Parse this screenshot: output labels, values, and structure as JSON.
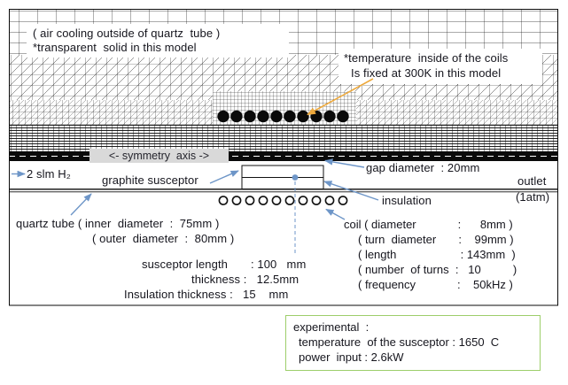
{
  "figure": {
    "mesh_notes": {
      "air_cooling_1": "( air cooling outside of quartz  tube )",
      "air_cooling_2": "*transparent  solid in this model",
      "coil_temp_1": "*temperature  inside of the coils",
      "coil_temp_2": "Is fixed at 300K in this model",
      "symmetry_axis": "<- symmetry  axis ->"
    },
    "schematic": {
      "inlet": "2 slm H₂",
      "graphite_susceptor": "graphite susceptor",
      "gap_diameter": "gap diameter  : 20mm",
      "outlet": "outlet",
      "outlet_pressure": "(1atm)",
      "insulation": "insulation",
      "quartz_tube_1": "quartz tube ( inner  diameter  :  75mm )",
      "quartz_tube_2": "( outer  diameter  :  80mm )",
      "susceptor_length": "susceptor length       : 100   mm",
      "susceptor_thickness": "thickness :   12.5mm",
      "insulation_thickness": "Insulation thickness :   15    mm",
      "coil_specs": [
        "coil ( diameter             :      8mm )",
        "( turn  diameter       :    99mm )",
        "( length                    : 143mm  )",
        "( number  of turns  :   10          )",
        "( frequency             :    50kHz )"
      ],
      "coil_turns": 10
    },
    "experimental": {
      "title": "experimental  :",
      "line_1": "temperature  of the susceptor : 1650  C",
      "line_2": "power  input : 2.6kW"
    },
    "colors": {
      "arrow_blue": "#6e96c8",
      "arrow_orange": "#eda93d",
      "axis_label_bg": "#d9d9d9",
      "experimental_border": "#9dce6b"
    }
  }
}
